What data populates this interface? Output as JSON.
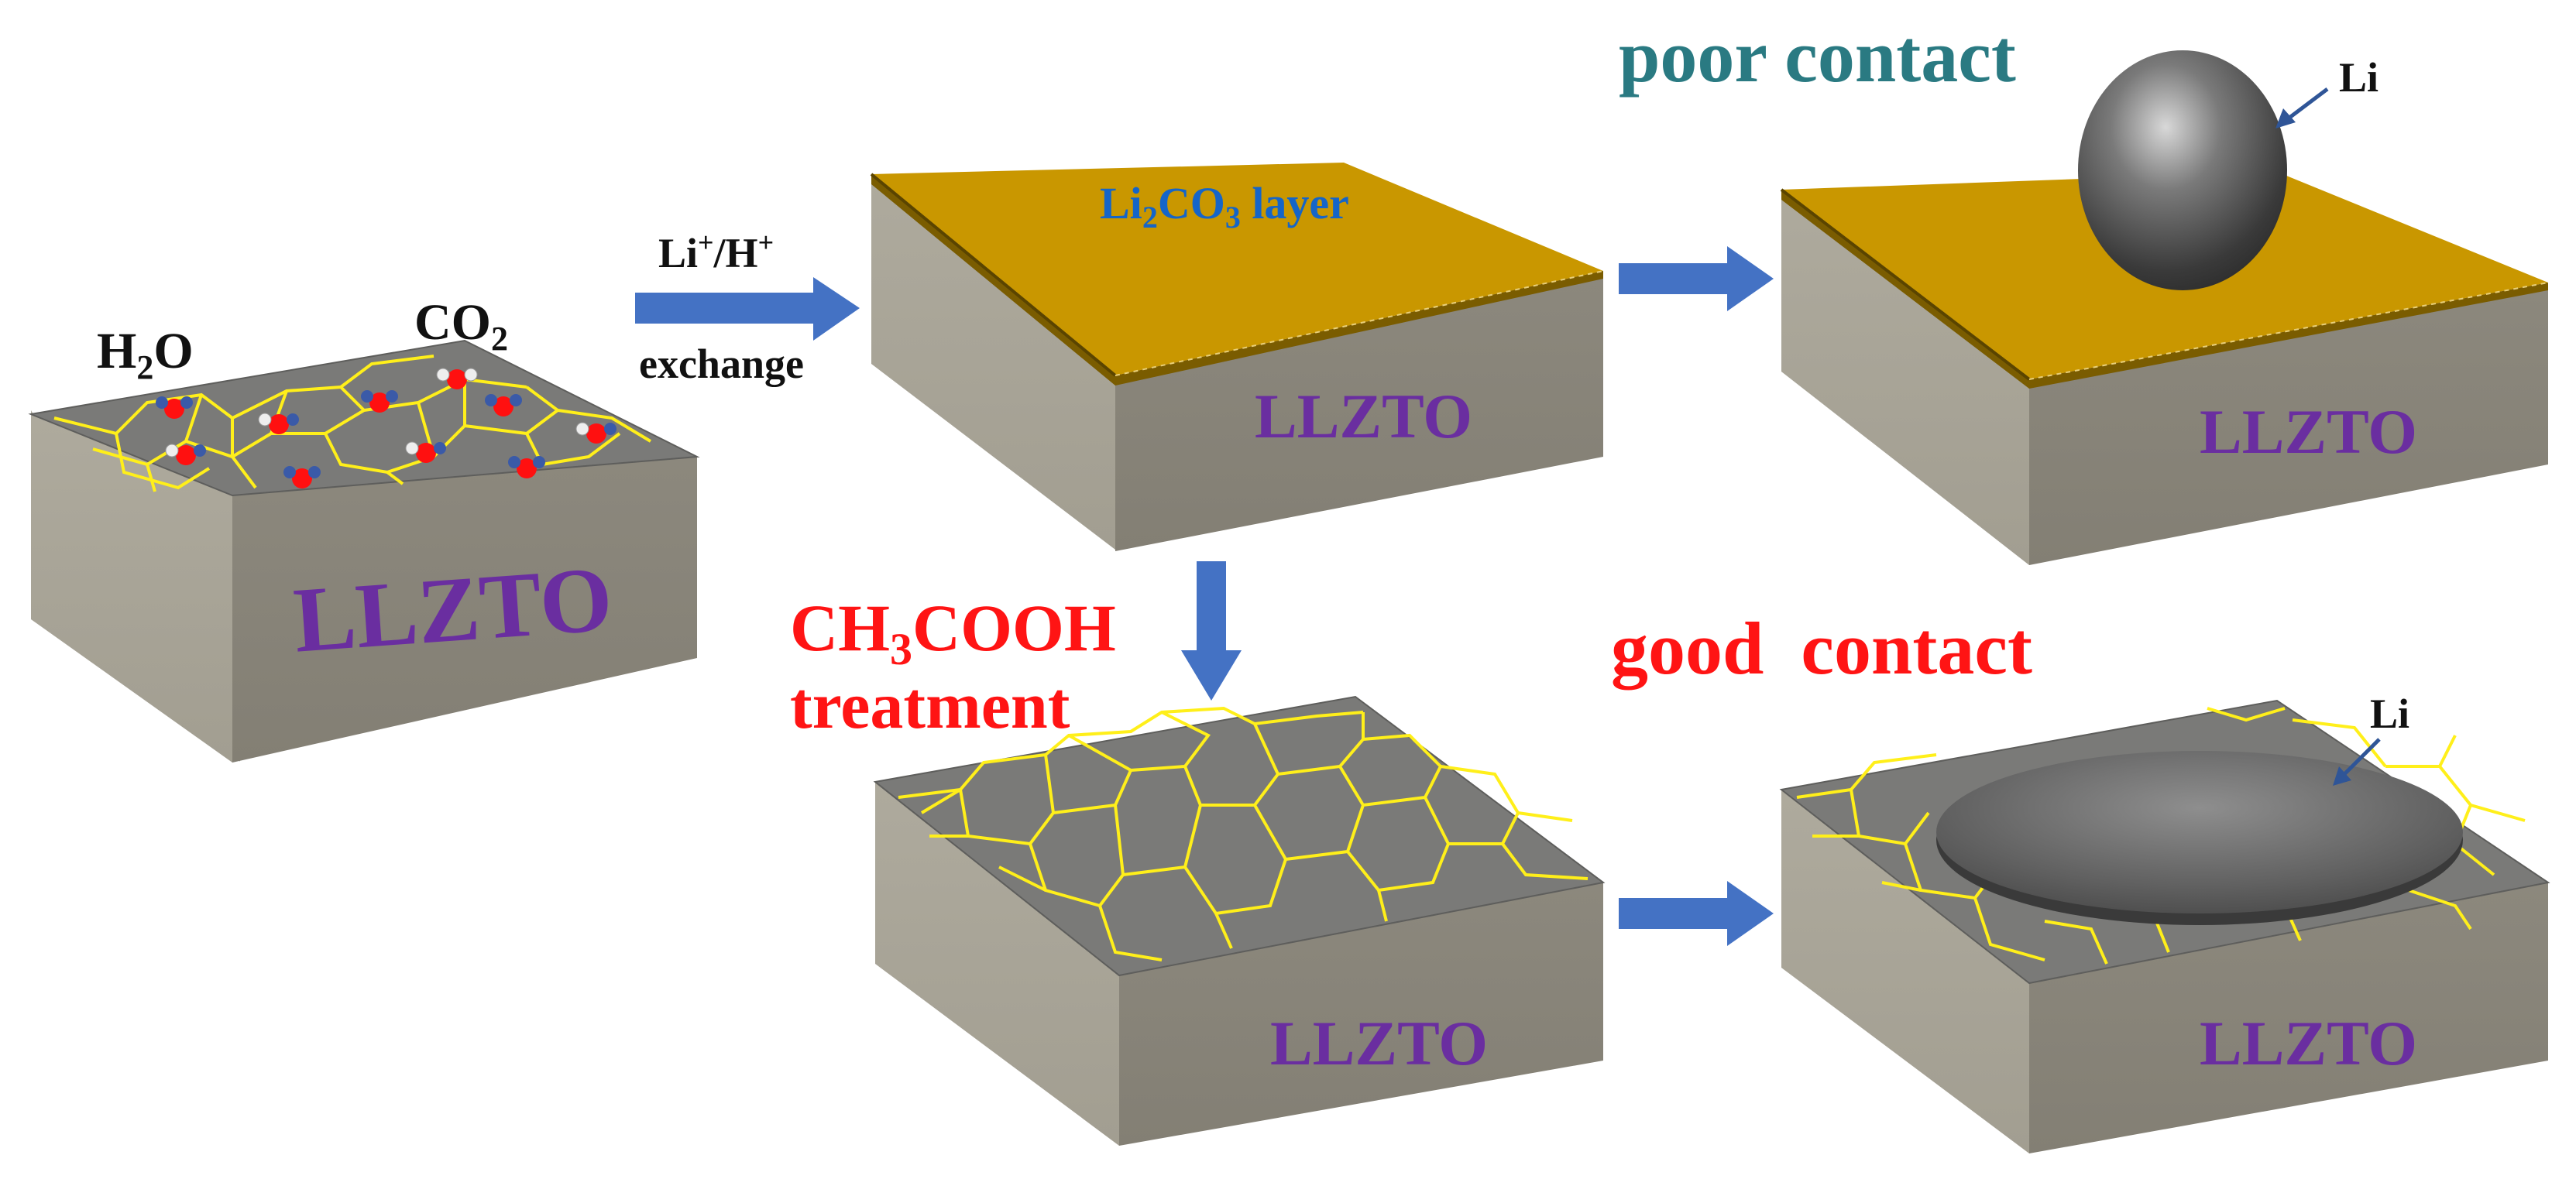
{
  "colors": {
    "top_gray": "#7a7a78",
    "front_face": "#8b877c",
    "side_face": "#a8a497",
    "carbonate": "#c99700",
    "carbonate_edge": "#7a5c00",
    "grain": "#ffef1a",
    "llzto_text": "#6a2ea0",
    "poor_contact_text": "#2a7a82",
    "red_text": "#ff1414",
    "li2co3_text": "#1565c8",
    "arrow": "#4472c4",
    "li_metal": "#5a5a5a"
  },
  "labels": {
    "h2o": {
      "main": "H",
      "sub": "2",
      "tail": "O"
    },
    "co2": {
      "main": "CO",
      "sub": "2"
    },
    "exchange_top": {
      "a": "Li",
      "a_sup": "+",
      "b": "/H",
      "b_sup": "+"
    },
    "exchange_bottom": "exchange",
    "li2co3": {
      "a": "Li",
      "a_sub": "2",
      "b": "CO",
      "b_sub": "3",
      "c": " layer"
    },
    "ch3cooh": {
      "a": "CH",
      "a_sub": "3",
      "b": "COOH"
    },
    "treatment": "treatment",
    "poor_contact": "poor contact",
    "good_contact": "good  contact",
    "li": "Li",
    "llzto": "LLZTO"
  },
  "icons": {
    "water_molecule": "h2o-molecule-icon",
    "co2_molecule": "co2-molecule-icon",
    "process_arrow": "arrow-icon"
  }
}
